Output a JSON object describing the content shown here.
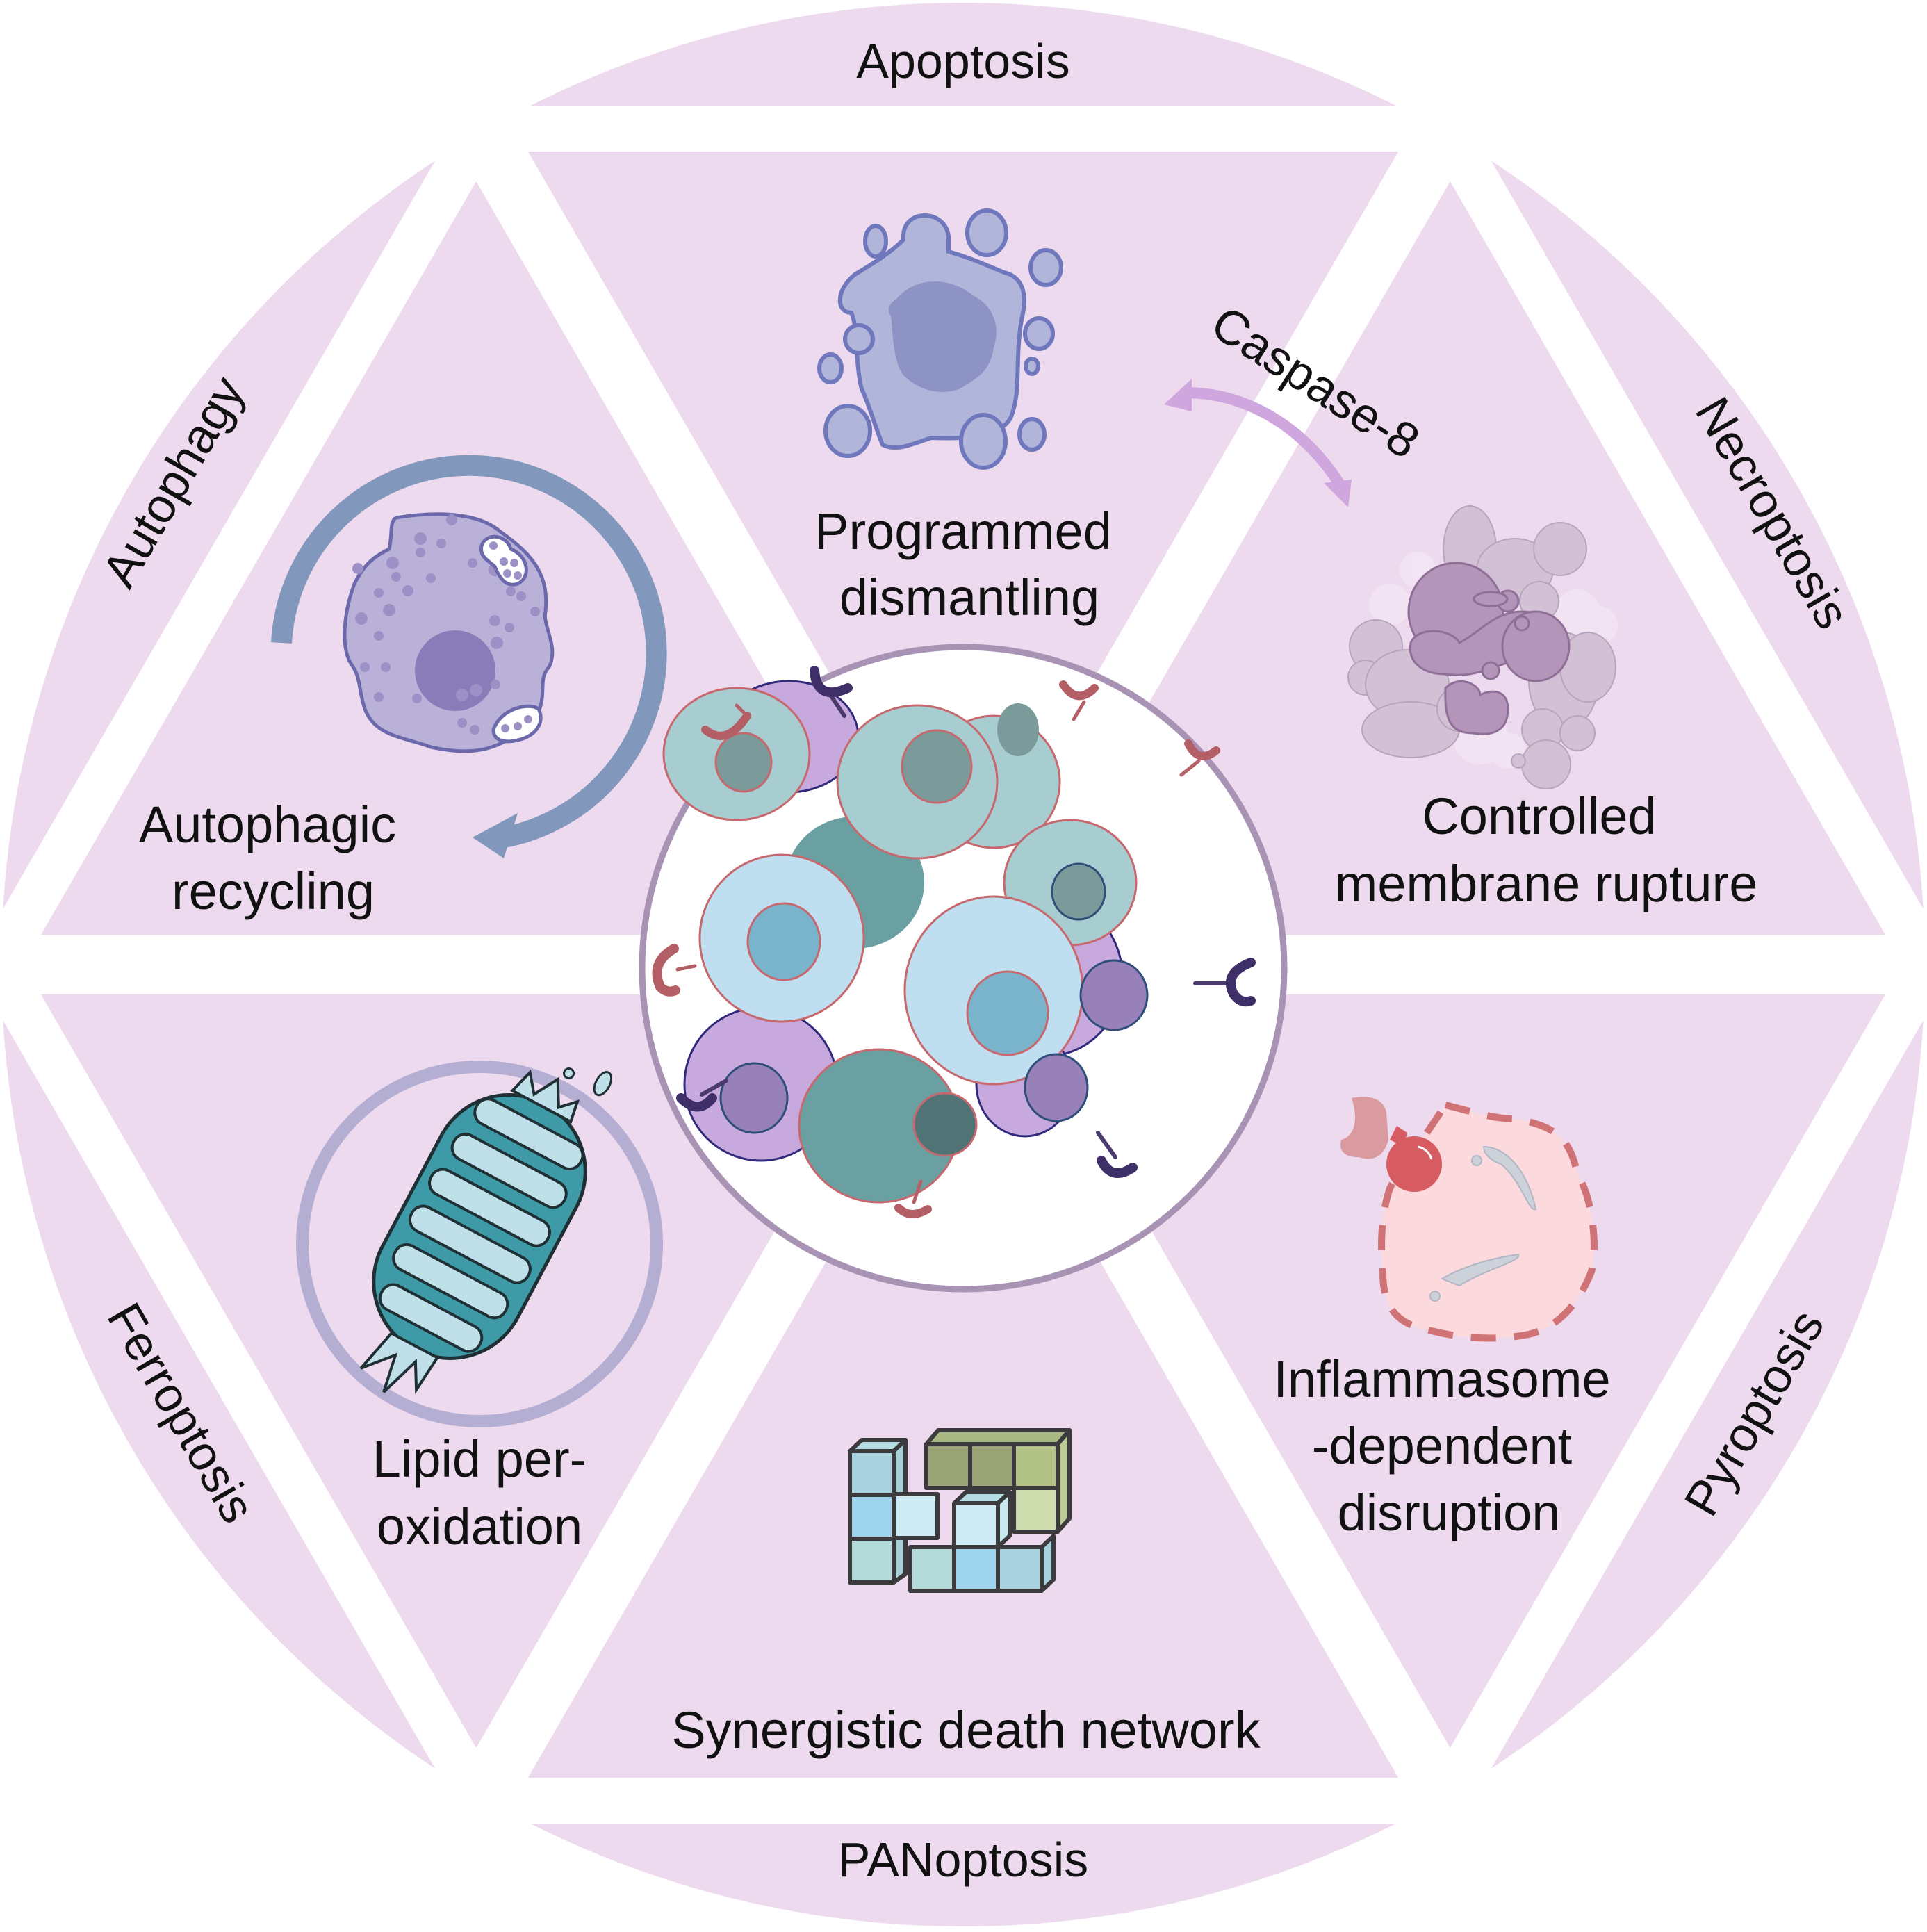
{
  "colors": {
    "background": "#ffffff",
    "segment_fill": "#eedaee",
    "gap": "#ffffff",
    "center_ring": "#a993b5",
    "text": "#111111",
    "caspase_arrow": "#cfa6de",
    "autophagy_arrow": "#8197bb",
    "ferroptosis_ring": "#b3aed2"
  },
  "outer_labels": {
    "top": "Apoptosis",
    "top_right": "Necroptosis",
    "bottom_right": "Pyroptosis",
    "bottom": "PANoptosis",
    "bottom_left": "Ferroptosis",
    "top_left": "Autophagy"
  },
  "segments": {
    "apoptosis": {
      "line1": "Programmed",
      "line2": "dismantling",
      "icon": "apoptotic-cell-icon"
    },
    "necroptosis": {
      "line1": "Controlled",
      "line2": "membrane rupture",
      "icon": "necroptotic-cell-icon"
    },
    "pyroptosis": {
      "line1": "Inflammasome",
      "line2": "-dependent",
      "line3": "disruption",
      "icon": "pyroptotic-cell-icon"
    },
    "panoptosis": {
      "line1": "Synergistic death network",
      "icon": "cube-network-icon"
    },
    "ferroptosis": {
      "line1": "Lipid per-",
      "line2": "oxidation",
      "icon": "mitochondrion-icon"
    },
    "autophagy": {
      "line1": "Autophagic",
      "line2": "recycling",
      "icon": "autophagic-cell-icon"
    }
  },
  "annotations": {
    "caspase": "Caspase-8"
  },
  "center": {
    "icon": "tumor-cell-cluster-icon"
  }
}
